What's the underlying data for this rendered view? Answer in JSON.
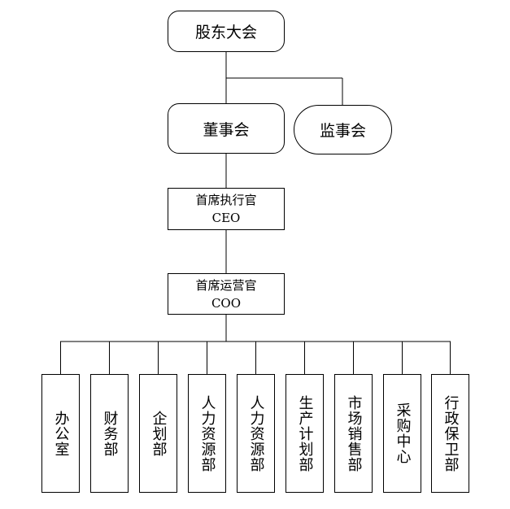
{
  "nodes": {
    "shareholders": "股东大会",
    "board": "董事会",
    "supervisors": "监事会",
    "ceo_title": "首席执行官",
    "ceo_abbr": "CEO",
    "coo_title": "首席运营官",
    "coo_abbr": "COO"
  },
  "departments": [
    "办公室",
    "财务部",
    "企划部",
    "人力资源部",
    "人力资源部",
    "生产计划部",
    "市场销售部",
    "采购中心",
    "行政保卫部"
  ]
}
